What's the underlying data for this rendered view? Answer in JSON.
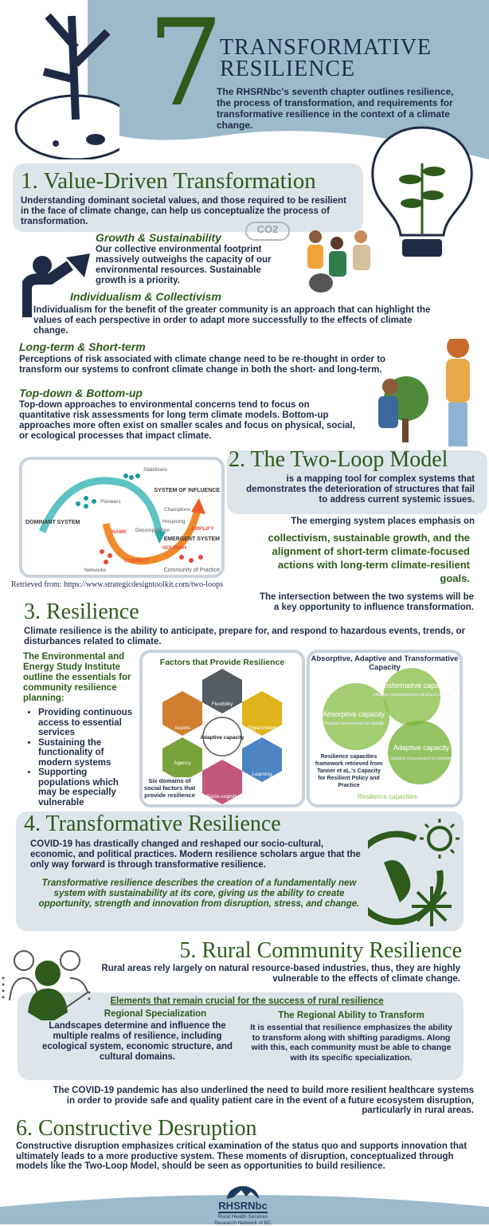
{
  "header": {
    "number": "7",
    "title_line1": "TRANSFORMATIVE",
    "title_line2": "RESILIENCE",
    "intro": "The RHSRNbc's seventh chapter outlines resilience, the process of transformation, and requirements for transformative resilience in the context of a climate change."
  },
  "s1": {
    "title": "1. Value-Driven Transformation",
    "intro": "Understanding dominant societal values, and those required to be resilient in the face of climate change, can help us conceptualize the process of transformation.",
    "co2": "CO2",
    "items": [
      {
        "heading": "Growth & Sustainability",
        "text": "Our collective environmental footprint massively outweighs the capacity of our environmental resources. Sustainable growth is a priority."
      },
      {
        "heading": "Individualism & Collectivism",
        "text": "Individualism for the benefit of the greater community is an approach that can highlight the values of each perspective in order to adapt more successfully to the effects of climate change."
      },
      {
        "heading": "Long-term & Short-term",
        "text": "Perceptions of risk associated with climate change need to be re-thought in order to transform our systems to confront climate change in both the short- and long-term."
      },
      {
        "heading": "Top-down & Bottom-up",
        "text": "Top-down approaches to environmental concerns tend to focus on quantitative risk assessments for long term climate models. Bottom-up approaches more often exist on smaller scales and focus on physical, social, or ecological processes that impact climate."
      }
    ]
  },
  "s2": {
    "title": "2. The Two-Loop Model",
    "desc": "is a mapping tool for complex systems that demonstrates the deterioration of structures that fail to address current systemic issues.",
    "emphasis_intro": "The emerging system places emphasis on",
    "emphasis": "collectivism, sustainable growth, and the alignment of short-term climate-focused actions with long-term climate-resilient goals.",
    "intersection": "The intersection between the two systems will be a key opportunity to influence transformation.",
    "caption": "Retrieved from: https://www.strategicdesigntoolkit.com/two-loops",
    "diagram": {
      "dominant": "DOMINANT SYSTEM",
      "emergent": "EMERGENT SYSTEM",
      "influence": "SYSTEM OF INFLUENCE",
      "stabilizers": "Stabilizers",
      "pioneers": "Pioneers",
      "champions": "Champions",
      "hospicing": "Hospicing",
      "decomposition": "Decomposition",
      "networks": "Networks",
      "community": "Community of Practice",
      "name": "NAME",
      "connect": "CONNECT",
      "nourish": "NOURISH",
      "amplify": "AMPLIFY"
    }
  },
  "s3": {
    "title": "3. Resilience",
    "def": "Climate resilience is the ability to anticipate, prepare for, and respond to hazardous events, trends, or disturbances related to climate.",
    "eesi": "The Environmental and Energy Study Institute outline the essentials for community resilience planning:",
    "bullets": [
      "Providing continuous access to essential services",
      "Sustaining the functionality of modern systems",
      "Supporting populations which may be especially vulnerable"
    ],
    "factors_title": "Factors that Provide Resilience",
    "hex": [
      "Flexibility",
      "Organization",
      "Learning",
      "Socio-cognitive",
      "Agency",
      "Assets"
    ],
    "center": "Adaptive capacity",
    "factors_caption": "Six domains of social factors that provide resilience",
    "cap_title": "Absorptive, Adaptive and Transformative Capacity",
    "circles": [
      {
        "name": "Absorptive capacity",
        "desc": "Situation characterized by stability"
      },
      {
        "name": "Transformative capacity",
        "desc": "Situation characterized by structural change"
      },
      {
        "name": "Adaptive capacity",
        "desc": "Situation characterized by flexibility"
      }
    ],
    "cap_caption": "Resilience capacities framework retrieved from Tanner et aL.'s Capacity for Resilient Policy and Practice",
    "cap_footer": "Resilience capacities"
  },
  "s4": {
    "title": "4. Transformative Resilience",
    "text": "COVID-19 has drastically changed and reshaped our socio-cultural, economic, and political practices. Modern resilience scholars argue that the only way forward is through transformative resilience.",
    "italic": "Transformative resilience describes the creation of a fundamentally new system with sustainability at its core, giving us the ability to create opportunity, strength and innovation from disruption, stress, and change."
  },
  "s5": {
    "title": "5. Rural Community Resilience",
    "text": "Rural areas rely largely on natural resource-based industries, thus, they are highly vulnerable to the effects of climate change.",
    "elements_title": "Elements that remain crucial for the success of rural resilience",
    "left_h": "Regional Specialization",
    "left_t": "Landscapes determine and influence the multiple realms of resilience, including ecological system, economic structure, and cultural domains.",
    "right_h": "The Regional Ability to Transform",
    "right_t": "It is essential that resilience emphasizes the ability to transform along with shifting paradigms. Along with this, each community must be able to change with its specific specialization.",
    "covid": "The COVID-19 pandemic has also underlined the need to build more resilient healthcare systems in order to provide safe and quality patient care in the event of a future ecosystem disruption, particularly in rural areas."
  },
  "s6": {
    "title": "6. Constructive Desruption",
    "text": "Constructive disruption emphasizes critical examination of the status quo and supports innovation that ultimately leads to a more productive system. These moments of disruption, conceptualized through models like the Two-Loop Model, should be seen as opportunities to build resilience."
  },
  "footer": {
    "logo": "RHSRNbc",
    "org_line1": "Rural Health Services",
    "org_line2": "Research Network of BC"
  }
}
